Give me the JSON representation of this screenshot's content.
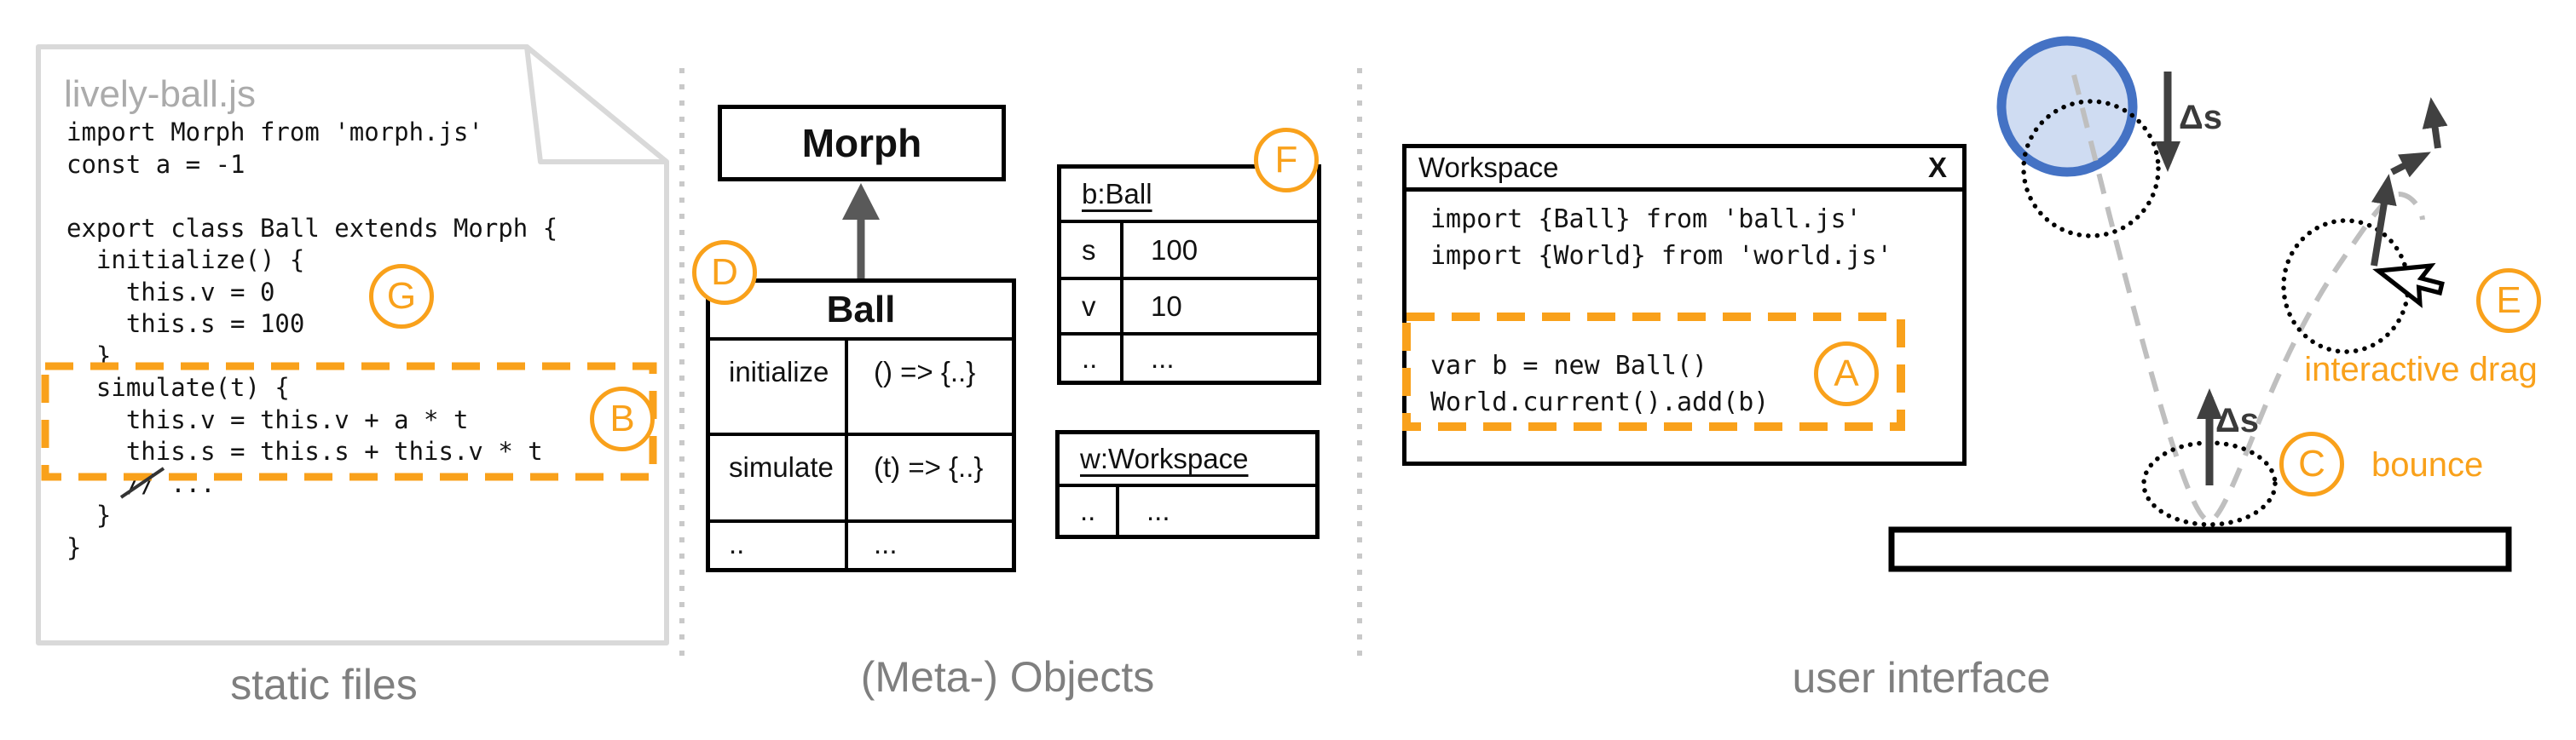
{
  "colors": {
    "annotation_orange": "#F9A11B",
    "ball_blue_stroke": "#4472C4",
    "ball_blue_fill": "#CFDCF2",
    "arrow_dark": "#404040",
    "inherit_arrow_gray": "#595959",
    "trajectory_gray": "#BFBFBF",
    "file_border_gray": "#D9D9D9",
    "file_title_gray": "#ABABAB",
    "panel_label_gray": "#7F7F7F"
  },
  "badges": {
    "a": "A",
    "b": "B",
    "c": "C",
    "d": "D",
    "e": "E",
    "f": "F",
    "g": "G"
  },
  "left": {
    "file_title": "lively-ball.js",
    "code_before": [
      "import Morph from 'morph.js'",
      "const a = -1",
      "",
      "export class Ball extends Morph {",
      "  initialize() {",
      "    this.v = 0",
      "    this.s = 100",
      "  }",
      "  simulate(t) {",
      "    this.v = this.v + a * t",
      "    this.s = this.s + this.v * t"
    ],
    "comment": {
      "indent": "    ",
      "slashes": "//",
      "rest": " ..."
    },
    "code_after": [
      "  }",
      "}"
    ],
    "label": "static files"
  },
  "middle": {
    "morph_title": "Morph",
    "ball_class": {
      "title": "Ball",
      "rows": [
        [
          "initialize",
          "() => {..}"
        ],
        [
          "simulate",
          "(t) => {..}"
        ],
        [
          "..",
          "..."
        ]
      ]
    },
    "b_ball": {
      "title": "b:Ball",
      "rows": [
        [
          "s",
          "100"
        ],
        [
          "v",
          "10"
        ],
        [
          "..",
          "..."
        ]
      ]
    },
    "w_workspace": {
      "title": "w:Workspace",
      "rows": [
        [
          "..",
          "..."
        ]
      ]
    },
    "label": "(Meta-) Objects"
  },
  "right": {
    "workspace": {
      "title": "Workspace",
      "close_label": "X",
      "code_lines": [
        "import {Ball} from 'ball.js'",
        "import {World} from 'world.js'",
        "",
        "",
        "var b = new Ball()",
        "World.current().add(b)"
      ]
    },
    "scene": {
      "delta_s_down": "Δs",
      "delta_s_up": "Δs",
      "bounce_label": "bounce",
      "drag_label": "interactive drag"
    },
    "label": "user interface"
  }
}
